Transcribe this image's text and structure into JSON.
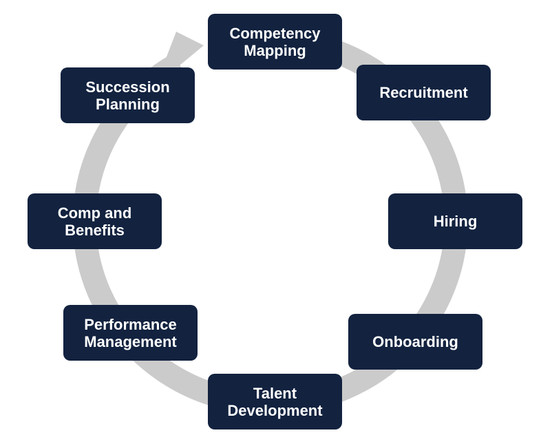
{
  "diagram": {
    "colors": {
      "box_fill": "#12223f",
      "box_text": "#ffffff",
      "ring": "#cbcbcb",
      "background": "#ffffff"
    },
    "flow_direction": "clockwise",
    "stages": [
      {
        "label": "Competency\nMapping"
      },
      {
        "label": "Recruitment"
      },
      {
        "label": "Hiring"
      },
      {
        "label": "Onboarding"
      },
      {
        "label": "Talent\nDevelopment"
      },
      {
        "label": "Performance\nManagement"
      },
      {
        "label": "Comp and\nBenefits"
      },
      {
        "label": "Succession\nPlanning"
      }
    ]
  }
}
